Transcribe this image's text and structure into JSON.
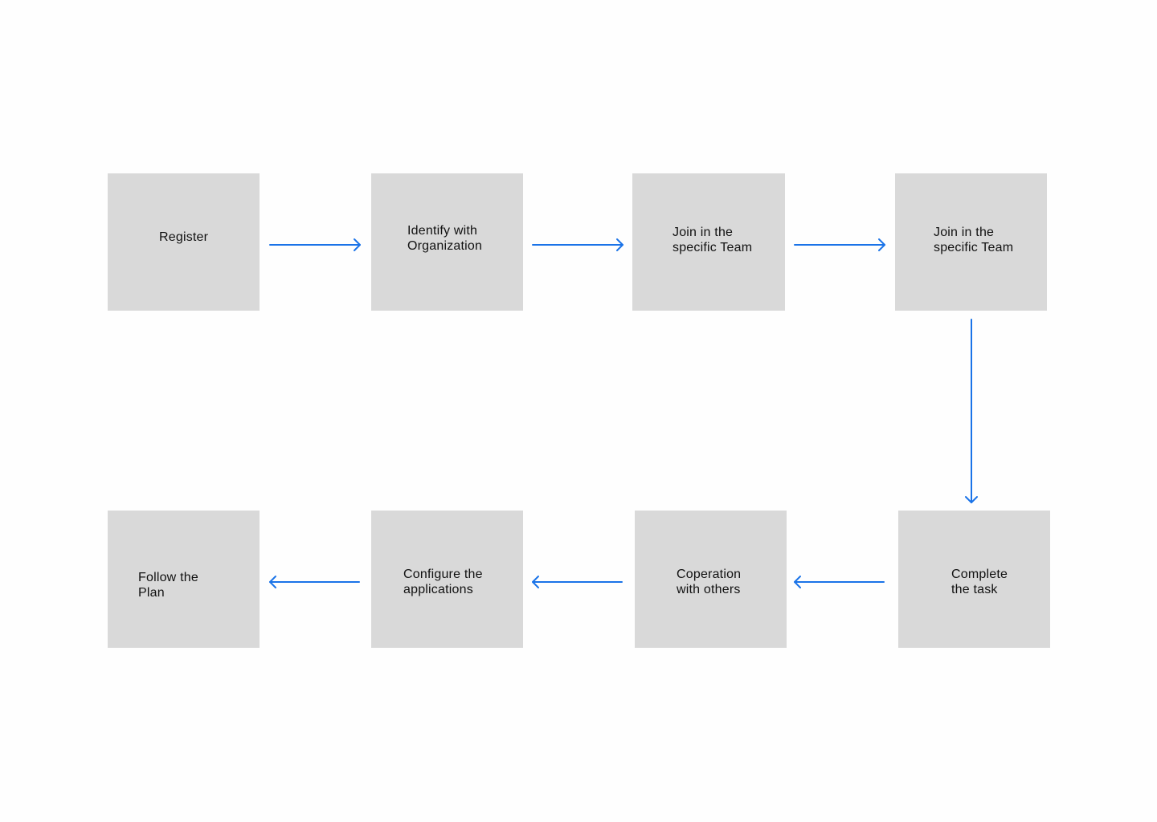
{
  "colors": {
    "background": "#fefefe",
    "box_fill": "#d9d9d9",
    "arrow": "#1a73e8",
    "text": "#111111"
  },
  "steps": [
    {
      "label": "Register"
    },
    {
      "label": "Identify with\nOrganization"
    },
    {
      "label": "Join in the\nspecific Team"
    },
    {
      "label": "Join in the\nspecific Team"
    },
    {
      "label": "Complete\nthe task"
    },
    {
      "label": "Coperation\nwith others"
    },
    {
      "label": "Configure the\napplications"
    },
    {
      "label": "Follow the\nPlan"
    }
  ],
  "connections": [
    {
      "from": 1,
      "to": 2
    },
    {
      "from": 2,
      "to": 3
    },
    {
      "from": 3,
      "to": 4
    },
    {
      "from": 4,
      "to": 5
    },
    {
      "from": 5,
      "to": 6
    },
    {
      "from": 6,
      "to": 7
    },
    {
      "from": 7,
      "to": 8
    }
  ]
}
